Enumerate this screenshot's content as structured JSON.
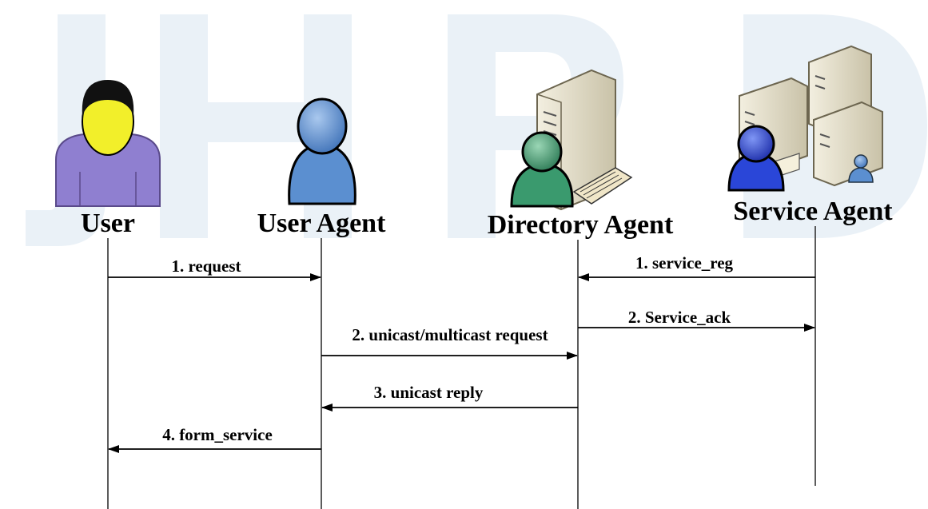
{
  "actors": [
    {
      "label": "User",
      "icon": "user-person-icon"
    },
    {
      "label": "User Agent",
      "icon": "user-agent-icon"
    },
    {
      "label": "Directory Agent",
      "icon": "directory-server-icon"
    },
    {
      "label": "Service Agent",
      "icon": "service-servers-icon"
    }
  ],
  "messages": [
    {
      "label": "1. request",
      "from": "User",
      "to": "User Agent"
    },
    {
      "label": "1. service_reg",
      "from": "Service Agent",
      "to": "Directory Agent"
    },
    {
      "label": "2. Service_ack",
      "from": "Directory Agent",
      "to": "Service Agent"
    },
    {
      "label": "2. unicast/multicast request",
      "from": "User Agent",
      "to": "Directory Agent"
    },
    {
      "label": "3. unicast reply",
      "from": "Directory Agent",
      "to": "User Agent"
    },
    {
      "label": "4. form_service",
      "from": "User Agent",
      "to": "User"
    }
  ],
  "colors": {
    "watermark": "#eaf1f7",
    "user_face": "#f2ef2a",
    "user_body": "#8f7fd0",
    "agent_blue": "#5b8fd0",
    "agent_green": "#3a9a6e",
    "service_agent_blue": "#2a46d8",
    "server_beige": "#e6e0cc"
  }
}
